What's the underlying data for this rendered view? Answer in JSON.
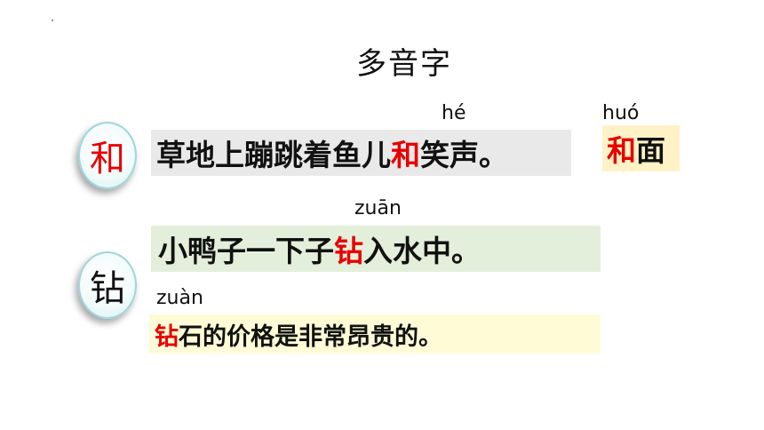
{
  "title": "多音字",
  "chars": [
    "和",
    "钻"
  ],
  "row1": {
    "pinyin": "hé",
    "before": "草地上蹦跳着鱼儿",
    "highlight": "和",
    "after": "笑声。"
  },
  "row1_side": {
    "pinyin": "huó",
    "highlight": "和",
    "after": "面"
  },
  "row2": {
    "pinyin": "zuān",
    "before": "小鸭子一下子",
    "highlight": "钻",
    "after": "入水中。"
  },
  "row3": {
    "pinyin": "zuàn",
    "highlight": "钻",
    "after": "石的价格是非常昂贵的。"
  },
  "colors": {
    "highlight": "#e60000",
    "bar_gray": "#e9e9e9",
    "bar_green": "#e3efda",
    "bar_yellow": "#fffbd6",
    "bar_orange": "#fff2c6"
  }
}
